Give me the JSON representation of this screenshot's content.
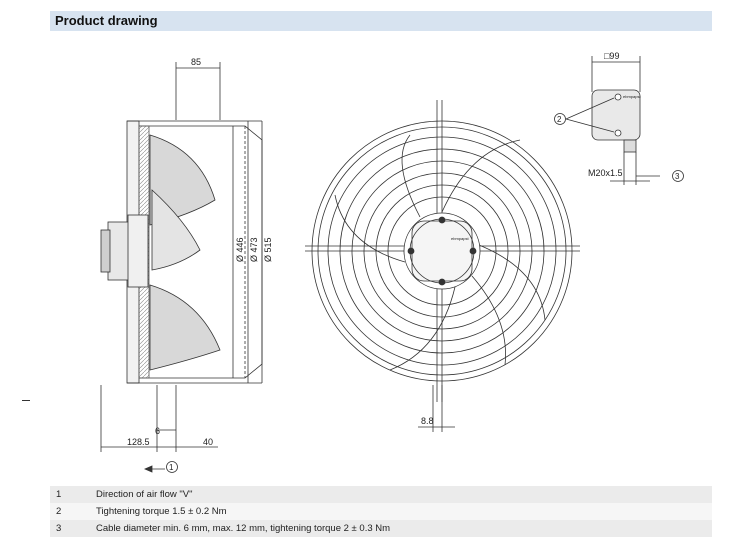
{
  "header": {
    "title": "Product drawing"
  },
  "side_view": {
    "dim_top": "85",
    "dim_d1": "Ø 446",
    "dim_d2": "Ø 473",
    "dim_d3": "Ø 515",
    "dim_6": "6",
    "dim_128": "128.5",
    "dim_40": "40",
    "callout_airflow": "1"
  },
  "front_view": {
    "dim_bottom": "8.8",
    "brand": "ebmpapst"
  },
  "terminal_box": {
    "dim_width": "□99",
    "callout_torque": "2",
    "thread_label": "M20x1.5",
    "callout_cable": "3",
    "brand": "ebmpapst"
  },
  "notes": [
    {
      "num": "1",
      "text": "Direction of air flow \"V\""
    },
    {
      "num": "2",
      "text": "Tightening torque 1.5 ± 0.2 Nm"
    },
    {
      "num": "3",
      "text": "Cable diameter min. 6 mm, max. 12 mm, tightening torque 2 ± 0.3 Nm"
    }
  ],
  "colors": {
    "header_bg": "#d7e3f0",
    "line": "#333333"
  }
}
